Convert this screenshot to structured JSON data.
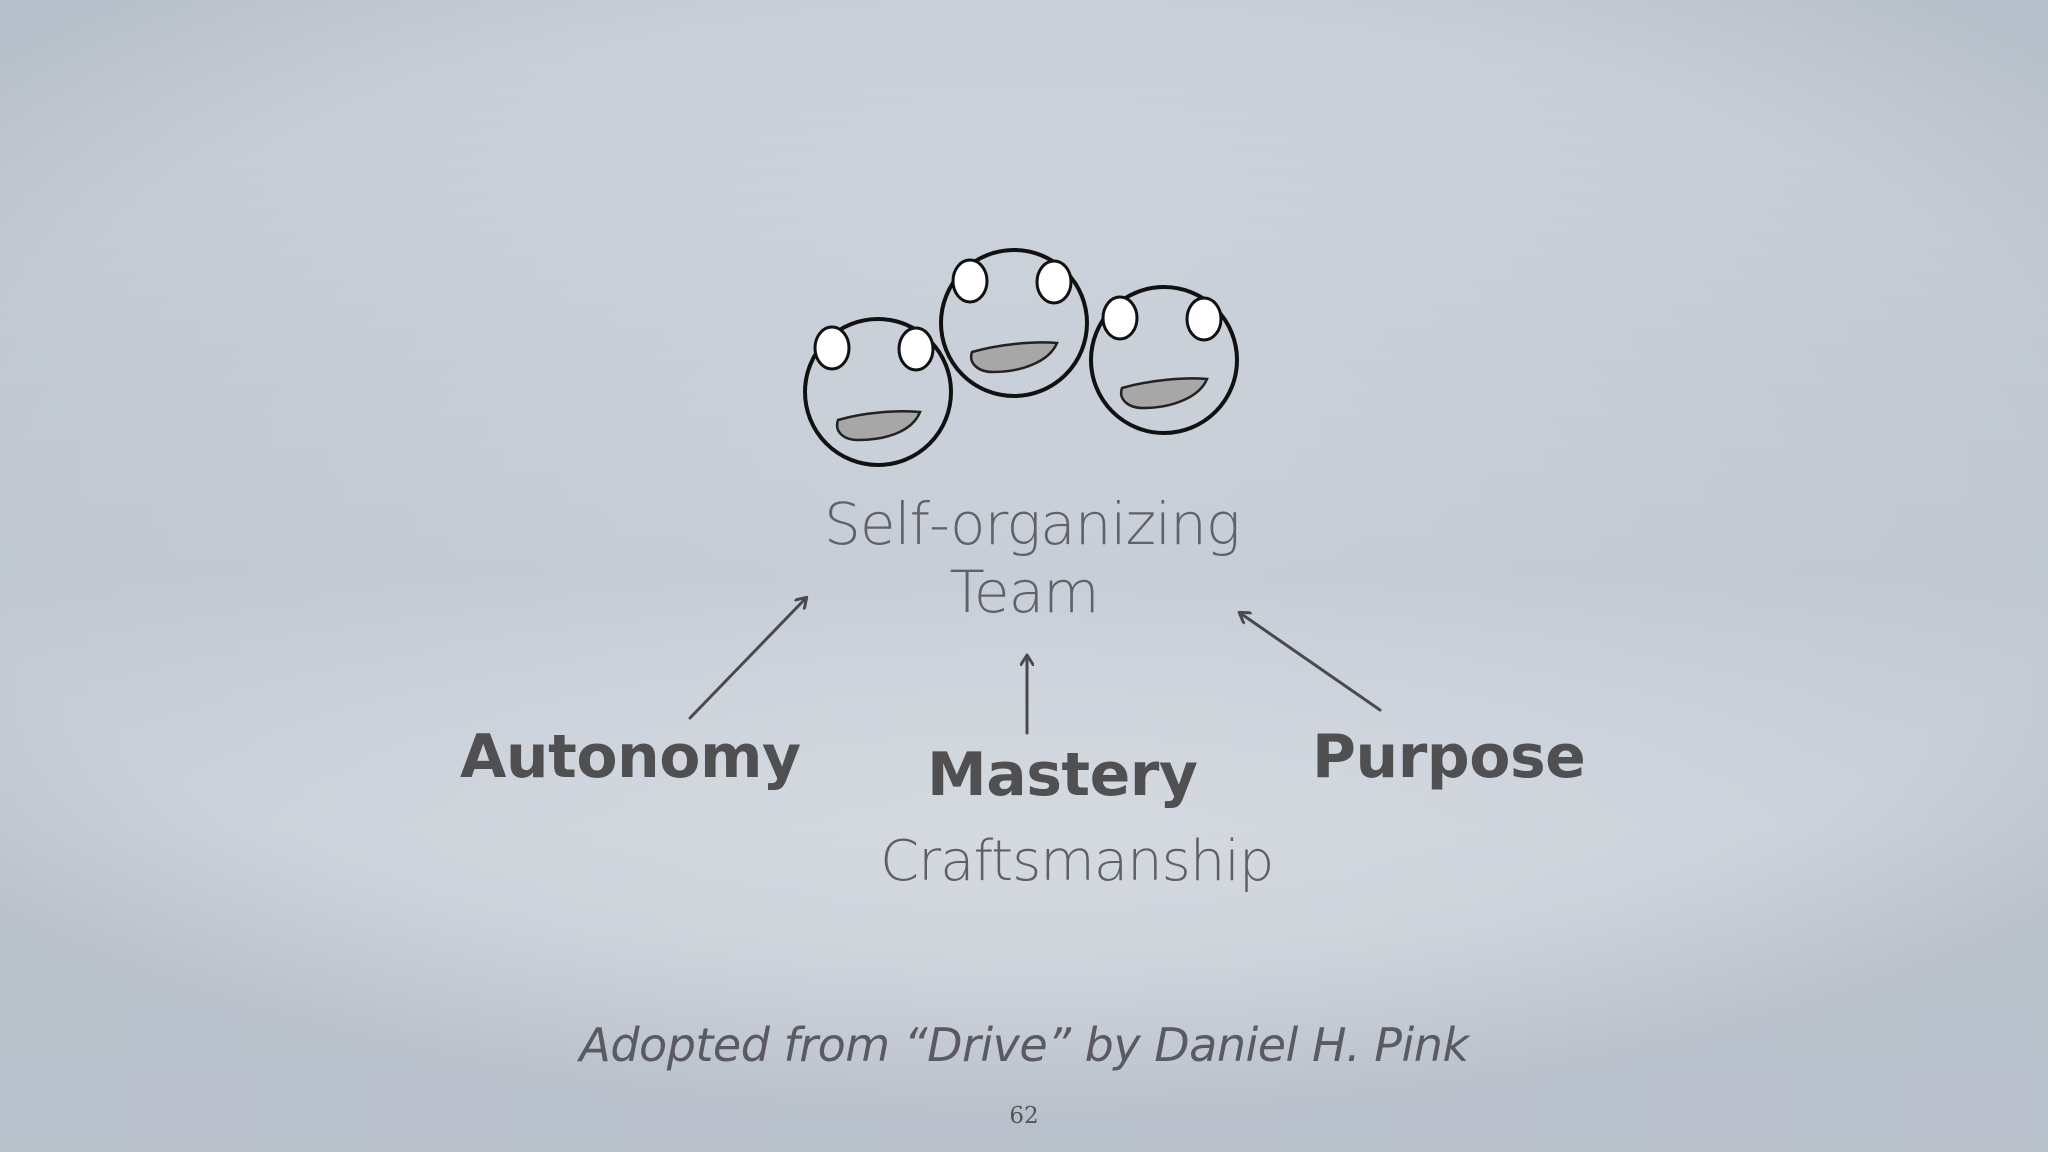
{
  "team_label": [
    "Self-organizing",
    "Team"
  ],
  "pillars": {
    "autonomy": "Autonomy",
    "mastery": "Mastery",
    "purpose": "Purpose"
  },
  "mastery_subtitle": "Craftsmanship",
  "credit": "Adopted from “Drive” by Daniel H. Pink",
  "page_number": "62",
  "icons": [
    "smiley-face-icon",
    "smiley-face-icon",
    "smiley-face-icon",
    "arrow-icon",
    "arrow-icon",
    "arrow-icon"
  ]
}
